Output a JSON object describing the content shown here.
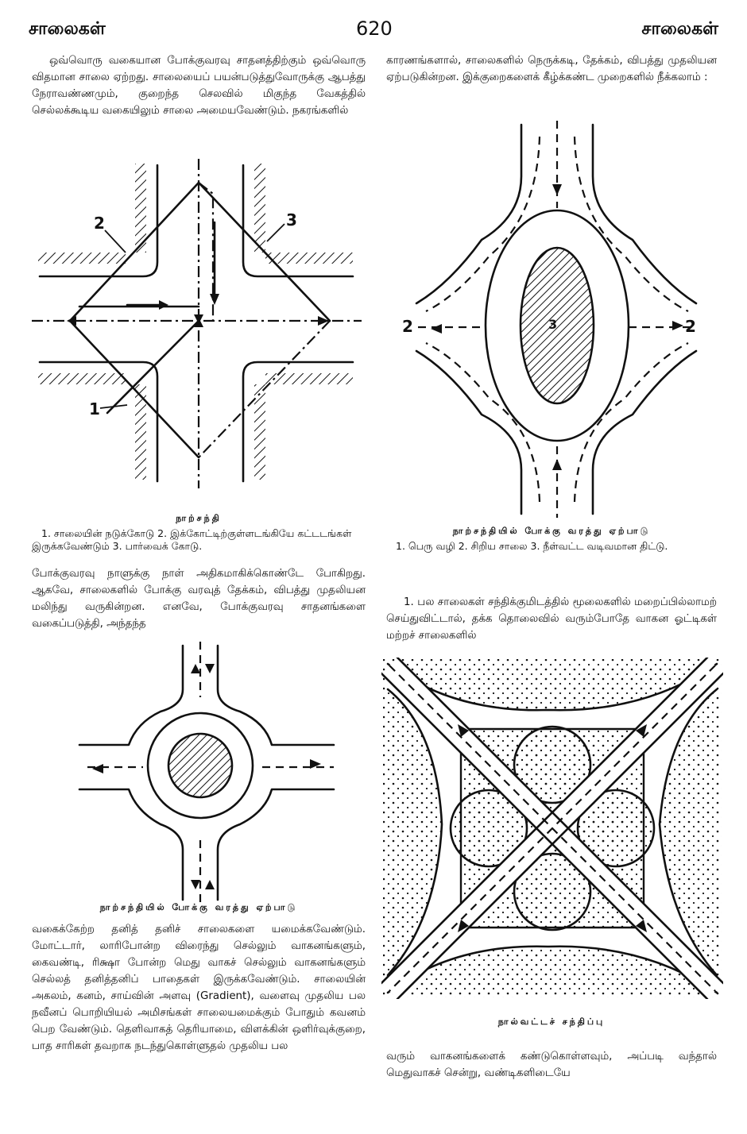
{
  "header": {
    "left_title": "சாலைகள்",
    "page_number": "620",
    "right_title": "சாலைகள்"
  },
  "paragraphs": {
    "col1_intro": "ஒவ்வொரு வகையான போக்குவரவு சாதனத்திற்கும் ஒவ்வொரு விதமான சாலை ஏற்றது. சாலையைப் பயன்படுத்துவோருக்கு ஆபத்து நேராவண்ணமும், குறைந்த செலவில் மிகுந்த வேகத்தில் செல்லக்கூடிய வகையிலும் சாலை அமையவேண்டும். நகரங்களில்",
    "col1_mid": "போக்குவரவு நாளுக்கு நாள் அதிகமாகிக்கொண்டே போகிறது. ஆகவே, சாலைகளில் போக்கு வரவுத் தேக்கம், விபத்து முதலியன மலிந்து வருகின்றன. எனவே, போக்குவரவு சாதனங்களை வகைப்படுத்தி, அந்தந்த",
    "col1_bottom": "வகைக்கேற்ற தனித் தனிச் சாலைகளை யமைக்கவேண்டும். மோட்டார், லாரிபோன்ற விரைந்து செல்லும் வாகனங்களும், கைவண்டி, ரிக்ஷா போன்ற மெது வாகச் செல்லும் வாகனங்களும் செல்லத் தனித்தனிப் பாதைகள் இருக்கவேண்டும். சாலையின் அகலம், கனம், சாய்வின் அளவு (Gradient), வளைவு முதலிய பல நவீனப் பொறியியல் அமிசங்கள் சாலையமைக்கும் போதும் கவனம் பெற வேண்டும். தெளிவாகத் தெரியாமை, விளக்கின் ஒளிர்வுக்குறை, பாத சாரிகள் தவறாக நடந்துகொள்ளுதல் முதலிய பல",
    "col2_intro": "காரணங்களால், சாலைகளில் நெருக்கடி, தேக்கம், விபத்து முதலியன ஏற்படுகின்றன. இக்குறைகளைக் கீழ்க்கண்ட முறைகளில் நீக்கலாம் :",
    "col2_mid": "1. பல சாலைகள் சந்திக்குமிடத்தில் மூலைகளில் மறைப்பில்லாமற் செய்துவிட்டால், தக்க தொலைவில் வரும்போதே வாகன ஓட்டிகள் மற்றச் சாலைகளில்",
    "col2_bottom": "வரும் வாகனங்களைக் கண்டுகொள்ளவும், அப்படி வந்தால் மெதுவாகச் சென்று, வண்டிகளிடையே"
  },
  "figures": {
    "fig1": {
      "title": "நாற்சந்தி",
      "caption": "1. சாலையின் நடுக்கோடு 2. இக்கோட்டிற்குள்ளடங்கியே கட்டடங்கள் இருக்கவேண்டும் 3. பார்வைக் கோடு.",
      "labels": [
        "1",
        "2",
        "3"
      ]
    },
    "fig2": {
      "title": "நாற்சந்தியில் போக்கு வரத்து ஏற்பாடு",
      "caption": "1. பெரு வழி 2. சிறிய சாலை 3. நீள்வட்ட வடிவமான திட்டு.",
      "labels": [
        "2",
        "3",
        "2"
      ]
    },
    "fig3": {
      "title": "நாற்சந்தியில் போக்கு வரத்து ஏற்பாடு"
    },
    "fig4": {
      "title": "நால்வட்டச் சந்திப்பு"
    }
  }
}
